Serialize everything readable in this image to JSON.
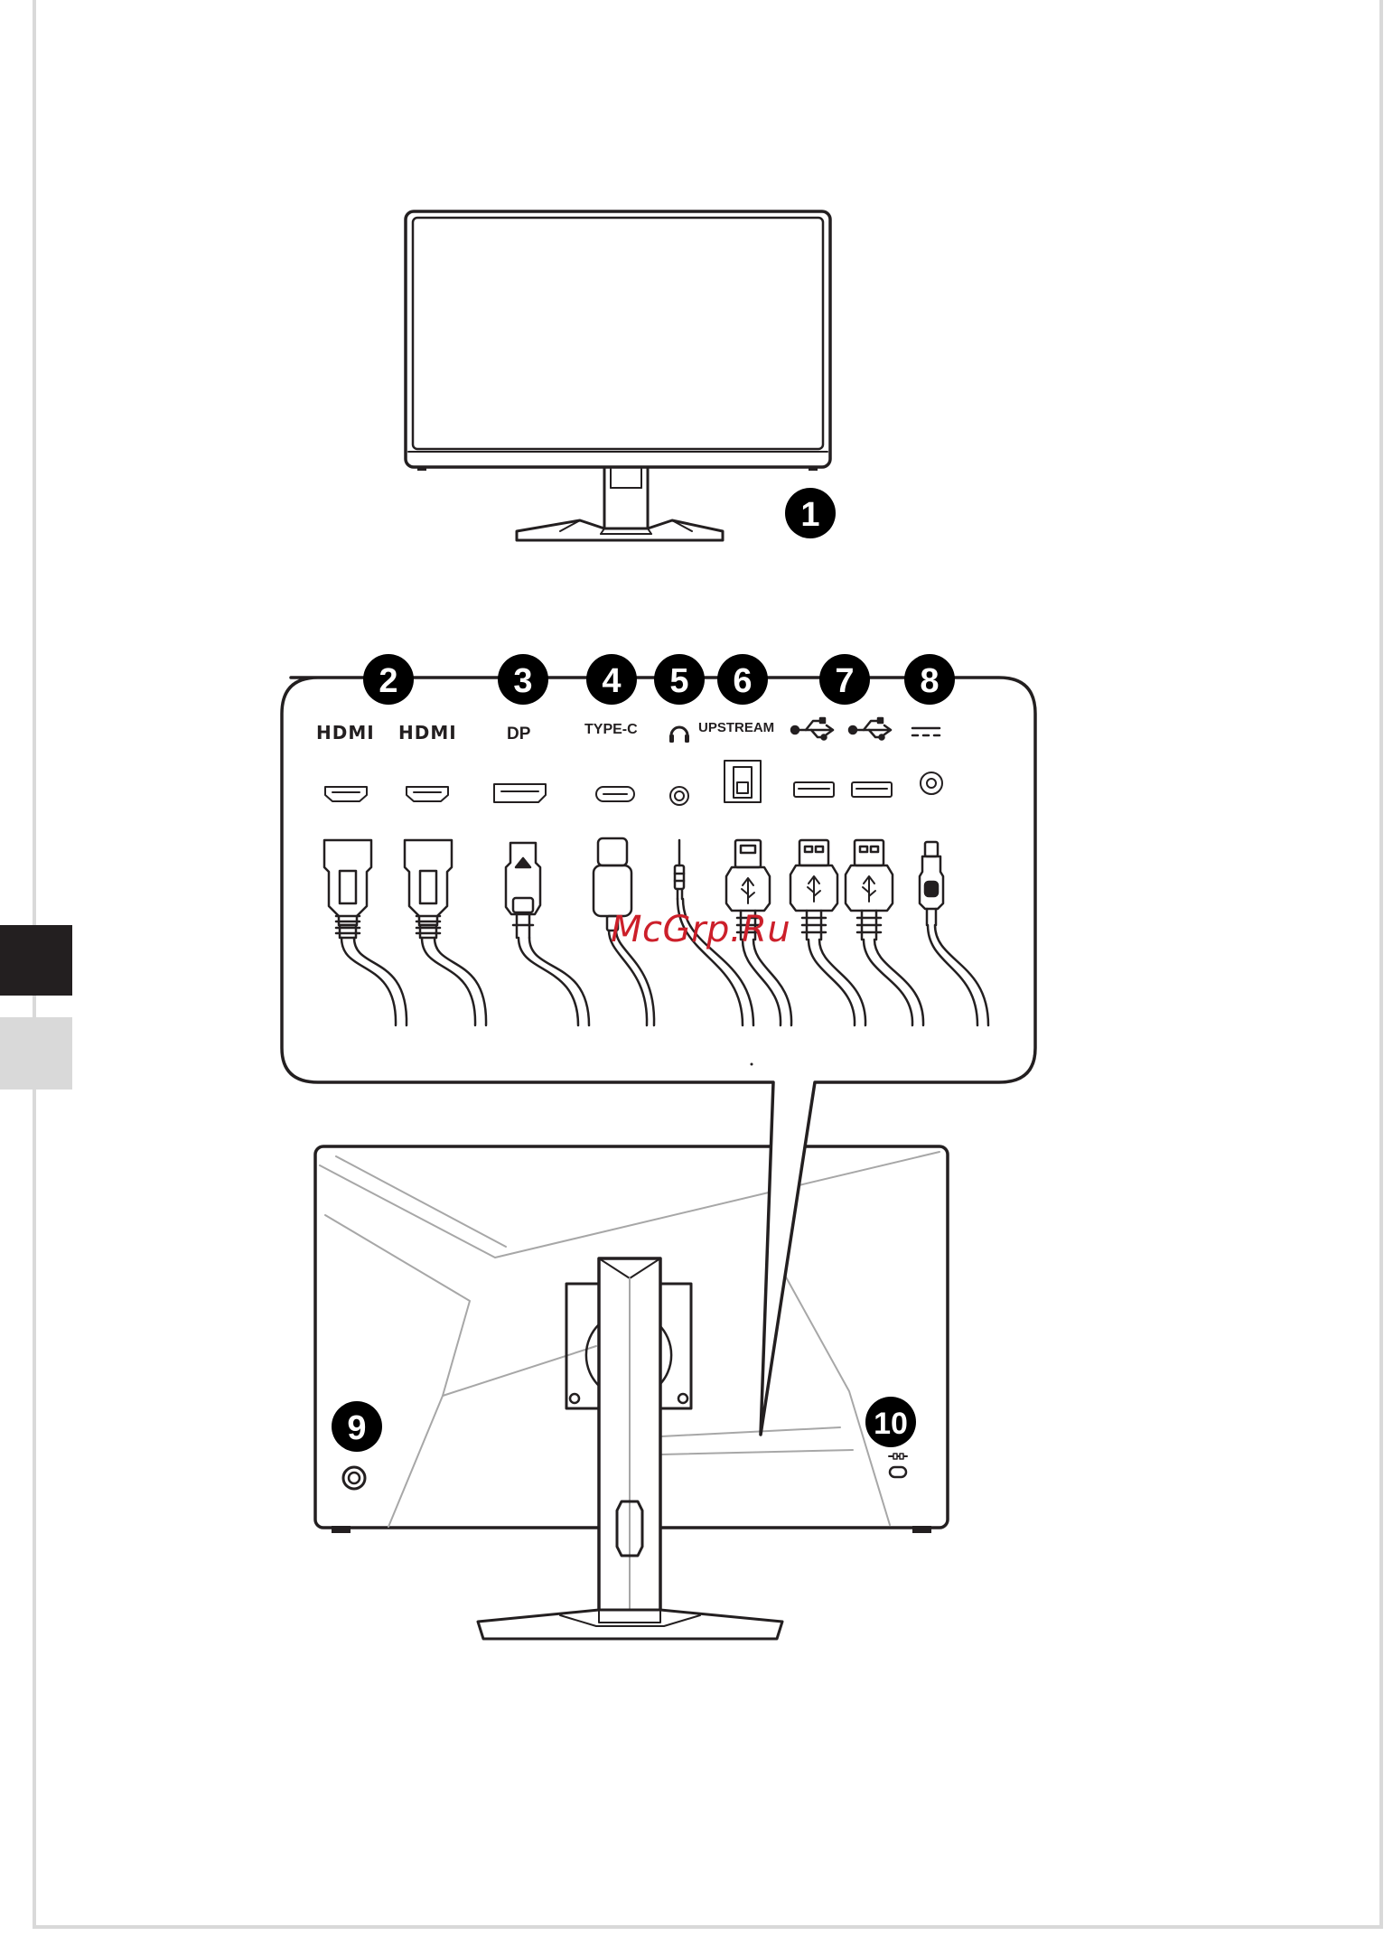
{
  "callouts": [
    "1",
    "2",
    "3",
    "4",
    "5",
    "6",
    "7",
    "8",
    "9",
    "10"
  ],
  "port_labels": {
    "hdmi_1": "HDMI",
    "hdmi_2": "HDMI",
    "dp": "DP",
    "type_c": "TYPE-C",
    "upstream": "UPSTREAM"
  },
  "icons": {
    "headphone": "headphone-icon",
    "usb": "usb-icon",
    "dc_power": "dc-power-icon",
    "kensington": "kensington-lock-icon",
    "joystick": "joystick-button-icon"
  },
  "watermark": "McGrp.Ru",
  "colors": {
    "line": "#231f20",
    "callout_fill": "#000000",
    "watermark": "#cc1f2a",
    "tab_dark": "#231f20",
    "tab_light": "#d9d9d9",
    "page_border": "#d9d9d9"
  }
}
